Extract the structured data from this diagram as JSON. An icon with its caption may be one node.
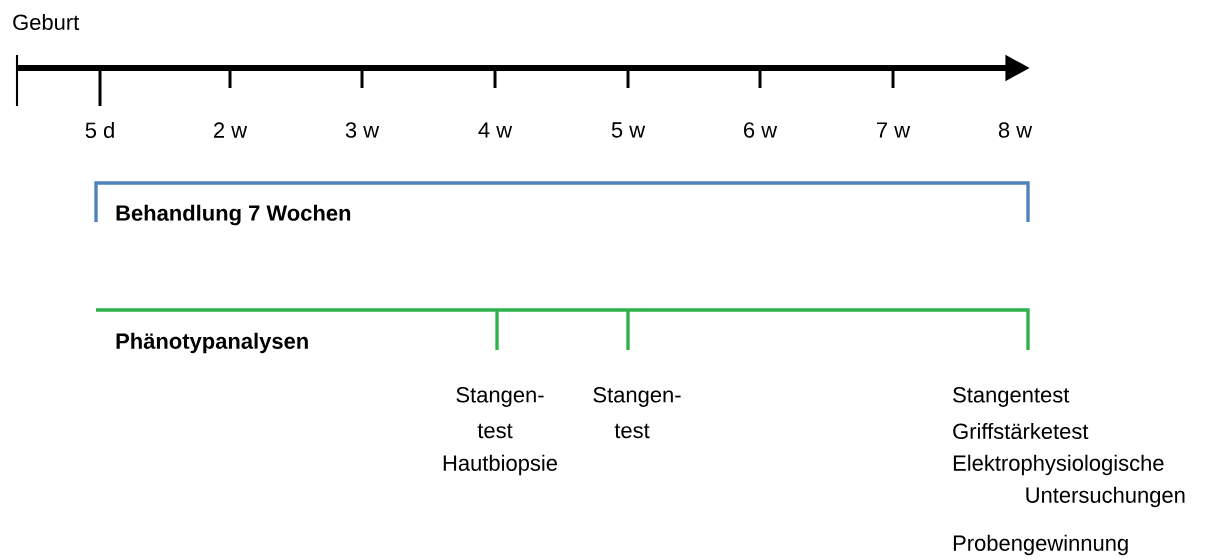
{
  "diagram": {
    "labels": [
      "Geburt",
      "5 d",
      "2 w",
      "3 w",
      "4 w",
      "5 w",
      "6 w",
      "7 w",
      "8 w",
      "Behandlung 7 Wochen",
      "Phänotypanalysen",
      "Stangen-",
      "Stangen-",
      "Stangentest",
      "test",
      "test",
      "Griffstärketest",
      "Hautbiopsie",
      "Elektrophysiologische",
      "Untersuchungen",
      "Probengewinnung"
    ]
  }
}
